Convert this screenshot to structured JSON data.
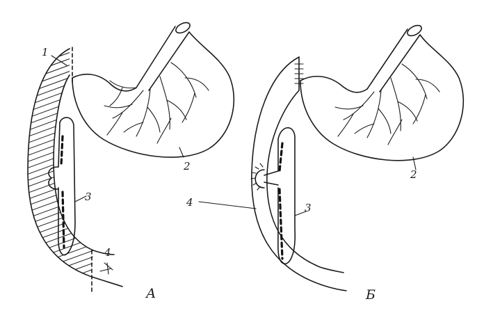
{
  "figure": {
    "panels": [
      {
        "id": "A",
        "letter": "А",
        "labels": {
          "l1": "1",
          "l2": "2",
          "l3": "3",
          "l4": "4"
        }
      },
      {
        "id": "B",
        "letter": "Б",
        "labels": {
          "l2": "2",
          "l3": "3",
          "l4": "4"
        }
      }
    ],
    "colors": {
      "ink": "#1a1a1a",
      "background": "#ffffff"
    }
  }
}
